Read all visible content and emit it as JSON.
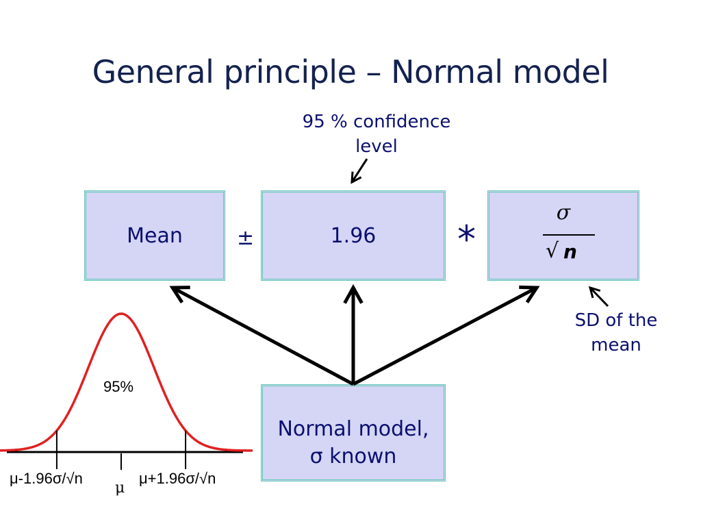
{
  "title": "General principle  – Normal model",
  "boxes": {
    "mean": "Mean",
    "multiplier": "1.96",
    "sd_numerator": "σ",
    "sd_root": "√",
    "sd_denominator": "n",
    "model_line1": "Normal model,",
    "model_line2": "σ known"
  },
  "operators": {
    "plus_minus": "±",
    "times": "*"
  },
  "annotations": {
    "confidence_line1": "95 % confidence",
    "confidence_line2": "level",
    "sd_line1": "SD of the",
    "sd_line2": "mean"
  },
  "curve": {
    "center_label": "95%",
    "left_label": "μ-1.96σ/√n",
    "mu_label": "μ",
    "right_label": "μ+1.96σ/√n",
    "z": 1.96,
    "x_range": [
      -4,
      4
    ],
    "color": "#e02020"
  },
  "colors": {
    "box_fill": "#d5d5f5",
    "box_border": "#5fc9b5",
    "text": "#0a1070"
  }
}
